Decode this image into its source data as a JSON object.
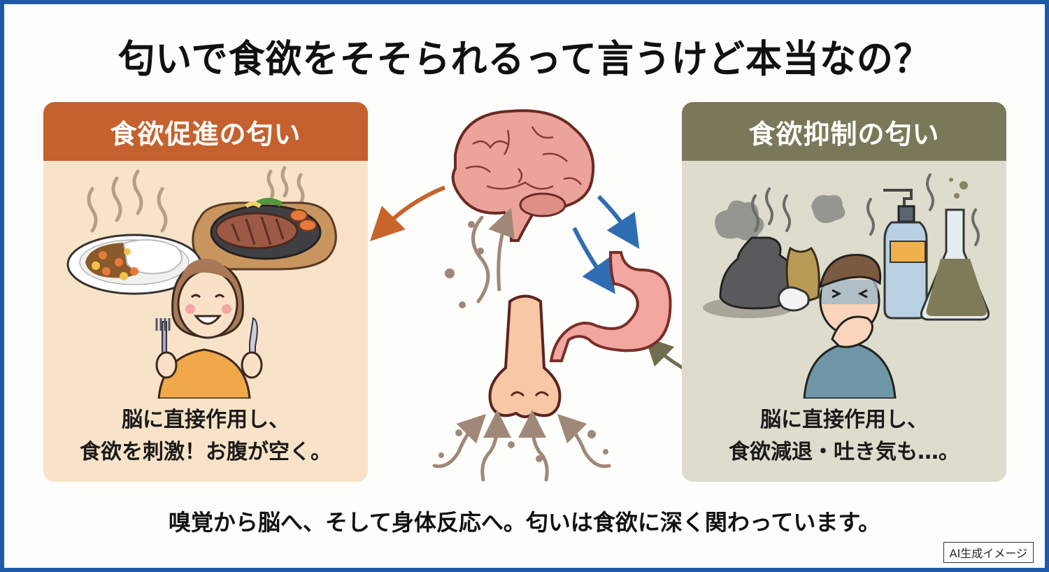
{
  "title": "匂いで食欲をそそられるって言うけど本当なの？",
  "panels": {
    "left": {
      "header": "食欲促進の匂い",
      "caption_line1": "脳に直接作用し、",
      "caption_line2": "食欲を刺激！お腹が空く。",
      "illustration": [
        "curry-rice-icon",
        "steak-hotplate-icon",
        "smiling-woman-with-fork-knife-icon",
        "steam-icon"
      ],
      "header_color": "#c4612f",
      "bg_color": "#f8e3c8"
    },
    "right": {
      "header": "食欲抑制の匂い",
      "caption_line1": "脳に直接作用し、",
      "caption_line2": "食欲減退・吐き気も…。",
      "illustration": [
        "garbage-bag-icon",
        "pump-bottle-icon",
        "flask-icon",
        "nauseous-man-icon",
        "bad-smell-cloud-icon"
      ],
      "header_color": "#7b7859",
      "bg_color": "#dddccd"
    }
  },
  "center": {
    "illustration": [
      "brain-icon",
      "nose-icon",
      "stomach-icon",
      "scent-wave-arrows-icon"
    ],
    "arrow_colors": {
      "promote": "#c8632c",
      "brain_to_stomach": "#2f6db3",
      "scent": "#a08878",
      "suppress": "#6f6e4e"
    }
  },
  "bottom_text": "嗅覚から脳へ、そして身体反応へ。匂いは食欲に深く関わっています。",
  "badge": "AI生成イメージ",
  "frame_color": "#1f5aa8"
}
